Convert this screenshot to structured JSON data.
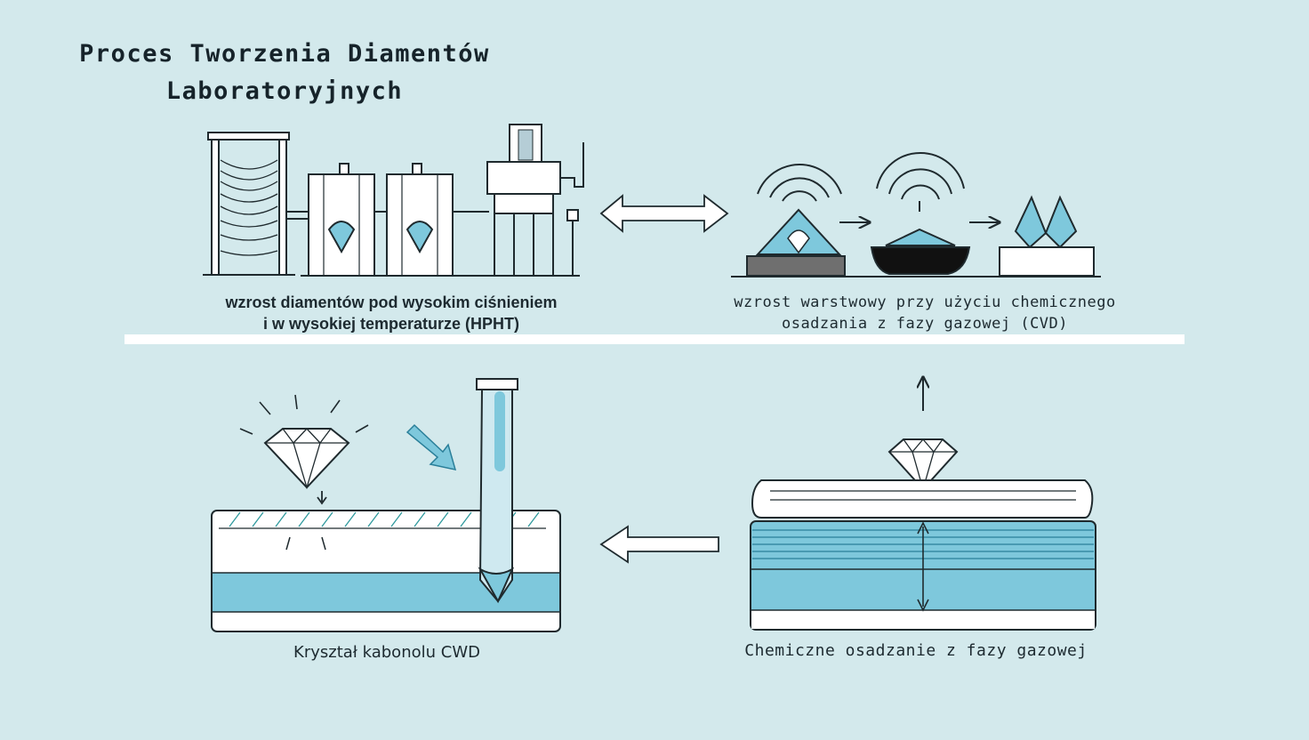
{
  "title": {
    "line1": "Proces Tworzenia Diamentów",
    "line2": "Laboratoryjnych"
  },
  "hpht": {
    "line1": "wzrost diamentów pod wysokim ciśnieniem",
    "line2": "i w wysokiej temperaturze (HPHT)"
  },
  "cvd": {
    "line1": "wzrost warstwowy przy użyciu chemicznego",
    "line2": "osadzania z fazy gazowej (CVD)"
  },
  "crystal": {
    "label": "Kryształ kabonolu CWD"
  },
  "chemical": {
    "label": "Chemiczne osadzanie z fazy gazowej"
  },
  "colors": {
    "background": "#d3e9ec",
    "accent": "#7ec8dc",
    "line": "#1f2a2e"
  }
}
